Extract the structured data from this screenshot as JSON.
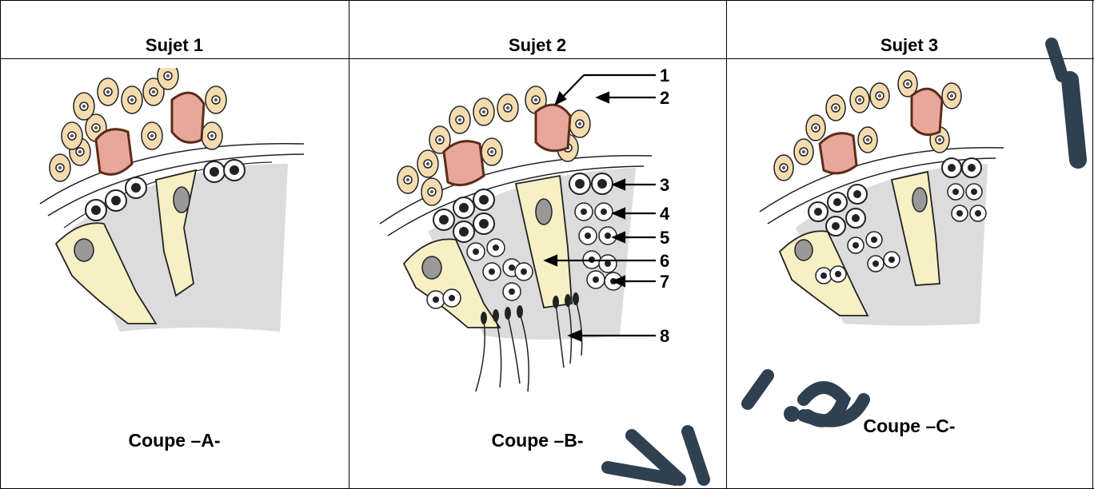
{
  "columns": [
    {
      "header": "Sujet 1",
      "caption": "Coupe –A-"
    },
    {
      "header": "Sujet 2",
      "caption": "Coupe –B-"
    },
    {
      "header": "Sujet 3",
      "caption": "Coupe –C-"
    }
  ],
  "labels": [
    "1",
    "2",
    "3",
    "4",
    "5",
    "6",
    "7",
    "8"
  ],
  "colors": {
    "interstitial_cell": "#f4dcb0",
    "leydig_cell": "#e9a79c",
    "sertoli_cell": "#f7f0c4",
    "tubule_lumen": "#dcdcdc",
    "cell_outline": "#222222",
    "watermark": "#2f4050"
  }
}
